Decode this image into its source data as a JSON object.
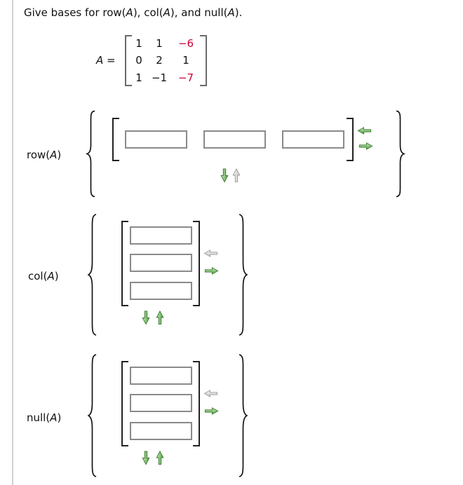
{
  "title": {
    "parts": [
      "Give bases for row(",
      "A",
      "), col(",
      "A",
      "), and null(",
      "A",
      ")."
    ]
  },
  "matrix_a": {
    "name": "A",
    "equals_sign": "=",
    "rows": [
      [
        "1",
        "1",
        "−6"
      ],
      [
        "0",
        "2",
        "1"
      ],
      [
        "1",
        "−1",
        "−7"
      ]
    ],
    "red_entries": [
      [
        0,
        2
      ],
      [
        2,
        2
      ]
    ]
  },
  "sections": {
    "row": {
      "label_parts": [
        "row(",
        "A",
        ")"
      ],
      "inputs": [
        "",
        "",
        ""
      ],
      "arrows": {
        "left_enabled": true,
        "right_enabled": true,
        "down_enabled": true,
        "up_enabled": false
      }
    },
    "col": {
      "label_parts": [
        "col(",
        "A",
        ")"
      ],
      "inputs": [
        "",
        "",
        ""
      ],
      "arrows": {
        "left_enabled": false,
        "right_enabled": true,
        "down_enabled": true,
        "up_enabled": true
      }
    },
    "null": {
      "label_parts": [
        "null(",
        "A",
        ")"
      ],
      "inputs": [
        "",
        "",
        ""
      ],
      "arrows": {
        "left_enabled": false,
        "right_enabled": true,
        "down_enabled": true,
        "up_enabled": true
      }
    }
  },
  "colors": {
    "red_entry": "#cc0033",
    "input_border": "#8a8a8a",
    "panel_border": "#d0d0d0",
    "arrow_green_light": "#cde9c0",
    "arrow_green_dark": "#4f9e42",
    "arrow_green_border": "#3c7d31",
    "arrow_gray_light": "#f4f4f4",
    "arrow_gray_dark": "#c6c6c6",
    "arrow_gray_border": "#9e9e9e"
  }
}
